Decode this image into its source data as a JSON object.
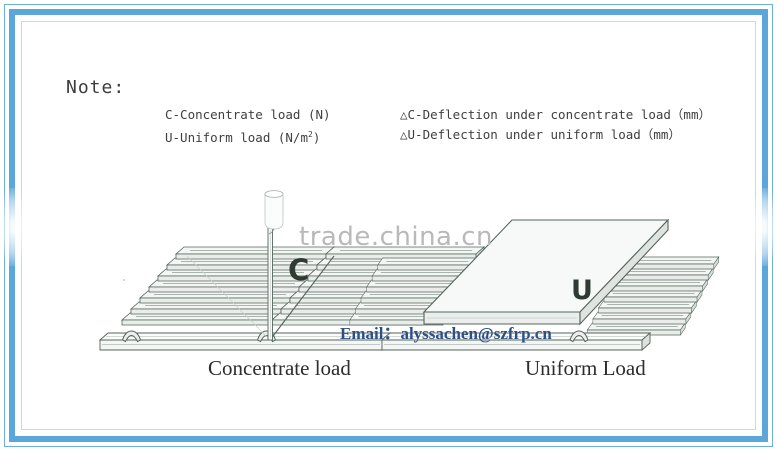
{
  "frame": {
    "outer_color": "#6ab0de",
    "inner_color": "#5ba7dc",
    "hairline_color": "#bcdcf0"
  },
  "note": {
    "title": "Note:",
    "left_column": [
      {
        "text": "C-Concentrate load (N)"
      },
      {
        "text": "U-Uniform load (N/m",
        "sup": "2",
        "tail": ")"
      }
    ],
    "right_column": [
      {
        "text": "△C-Deflection under concentrate load（mm）"
      },
      {
        "text": "△U-Deflection under uniform load（mm）"
      }
    ]
  },
  "diagram": {
    "left": {
      "caption": "Concentrate load",
      "letter": "C",
      "description": "fiberglass grating panel with vertical concentrated-load post"
    },
    "right": {
      "caption": "Uniform Load",
      "letter": "U",
      "description": "fiberglass grating panel with flat uniform-load slab"
    },
    "line_color": "#4a5a52",
    "fill_color": "#f2f4f3"
  },
  "watermark": {
    "text": "trade.china.cn",
    "color": "#b9b9b9"
  },
  "email_overlay": {
    "text": "Email：alyssachen@szfrp.cn",
    "color": "#2b4f86"
  }
}
